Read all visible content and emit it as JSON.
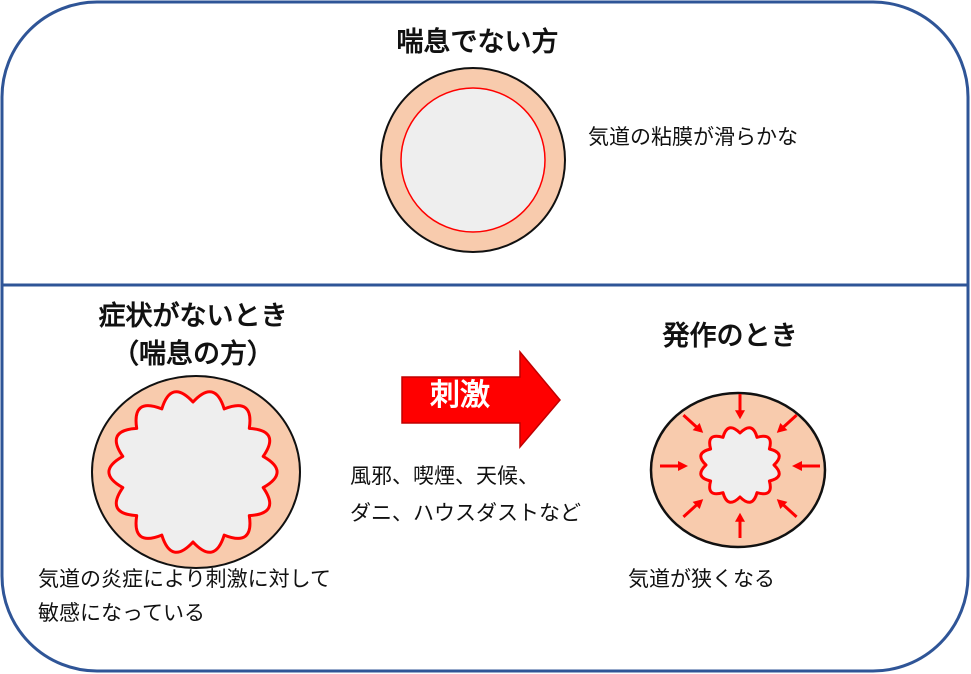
{
  "sections": {
    "top": {
      "title": "喘息でない方",
      "annotation": "気道の粘膜が滑らかな"
    },
    "bottom": {
      "left_title_line1": "症状がないとき",
      "left_title_line2": "（喘息の方）",
      "left_caption_line1": "気道の炎症により刺激に対して",
      "left_caption_line2": "敏感になっている",
      "arrow_label": "刺激",
      "triggers_line1": "風邪、喫煙、天候、",
      "triggers_line2": "ダニ、ハウスダストなど",
      "right_title": "発作のとき",
      "right_caption": "気道が狭くなる"
    }
  },
  "colors": {
    "frame": "#2f5597",
    "tissue": "#f8cbad",
    "lumen": "#eeeeee",
    "mucosa_red": "#ff0000",
    "arrow_fill": "#ff0000",
    "arrow_edge": "#c00000"
  },
  "icons": {
    "arrow": "right-arrow-icon",
    "airway": "airway-cross-section-icon"
  }
}
